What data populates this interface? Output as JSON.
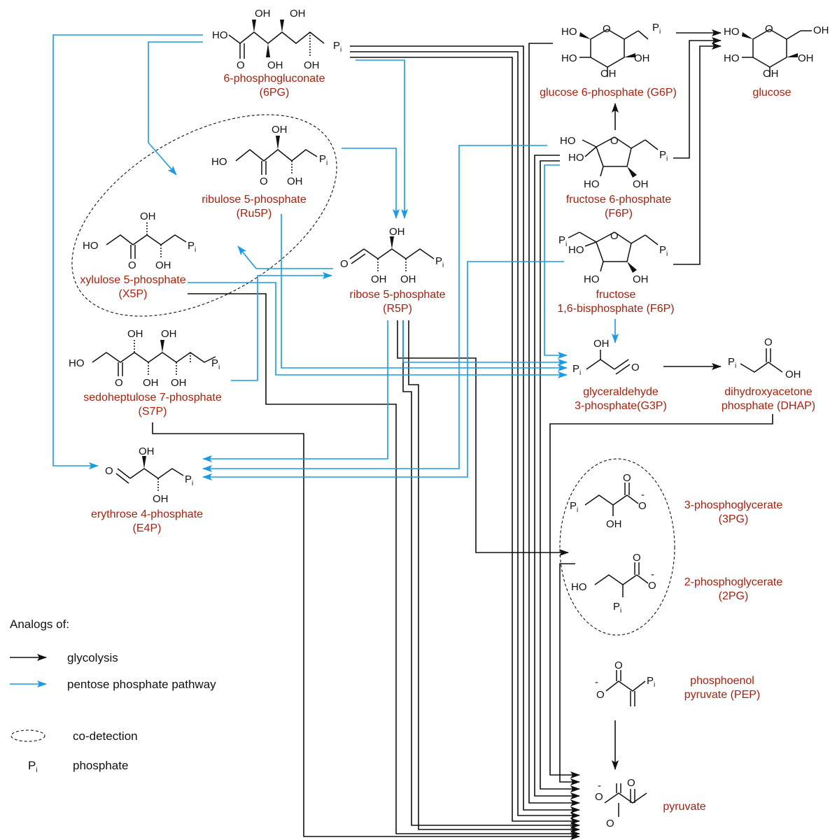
{
  "colors": {
    "label": "#a8200e",
    "glycolysis_arrow": "#111111",
    "ppp_arrow": "#1b9be6",
    "text": "#111111"
  },
  "compounds": {
    "pg6": {
      "name": "6-phosphogluconate",
      "abbr": "(6PG)"
    },
    "g6p": {
      "name": "glucose 6-phosphate (G6P)"
    },
    "glucose": {
      "name": "glucose"
    },
    "ru5p": {
      "name": "ribulose 5-phosphate",
      "abbr": "(Ru5P)"
    },
    "f6p": {
      "name": "fructose 6-phosphate",
      "abbr": "(F6P)"
    },
    "x5p": {
      "name": "xylulose 5-phosphate",
      "abbr": "(X5P)"
    },
    "r5p": {
      "name": "ribose 5-phosphate",
      "abbr": "(R5P)"
    },
    "fbp": {
      "name": "fructose",
      "abbr": "1,6-bisphosphate (F6P)"
    },
    "s7p": {
      "name": "sedoheptulose 7-phosphate",
      "abbr": "(S7P)"
    },
    "g3p": {
      "name": "glyceraldehyde",
      "abbr": "3-phosphate(G3P)"
    },
    "dhap": {
      "name": "dihydroxyacetone",
      "abbr": "phosphate (DHAP)"
    },
    "e4p": {
      "name": "erythrose 4-phosphate",
      "abbr": "(E4P)"
    },
    "pg3": {
      "name": "3-phosphoglycerate",
      "abbr": "(3PG)"
    },
    "pg2": {
      "name": "2-phosphoglycerate",
      "abbr": "(2PG)"
    },
    "pep": {
      "name": "phosphoenol",
      "abbr": "pyruvate (PEP)"
    },
    "pyruvate": {
      "name": "pyruvate"
    }
  },
  "atoms": {
    "OH": "OH",
    "HO": "HO",
    "O": "O",
    "P": "P",
    "i": "i",
    "minus": "-"
  },
  "legend": {
    "title": "Analogs of:",
    "glycolysis": "glycolysis",
    "ppp": "pentose phosphate pathway",
    "codetection": "co-detection",
    "pi_symbol": "P",
    "pi_sub": "i",
    "phosphate": "phosphate"
  }
}
